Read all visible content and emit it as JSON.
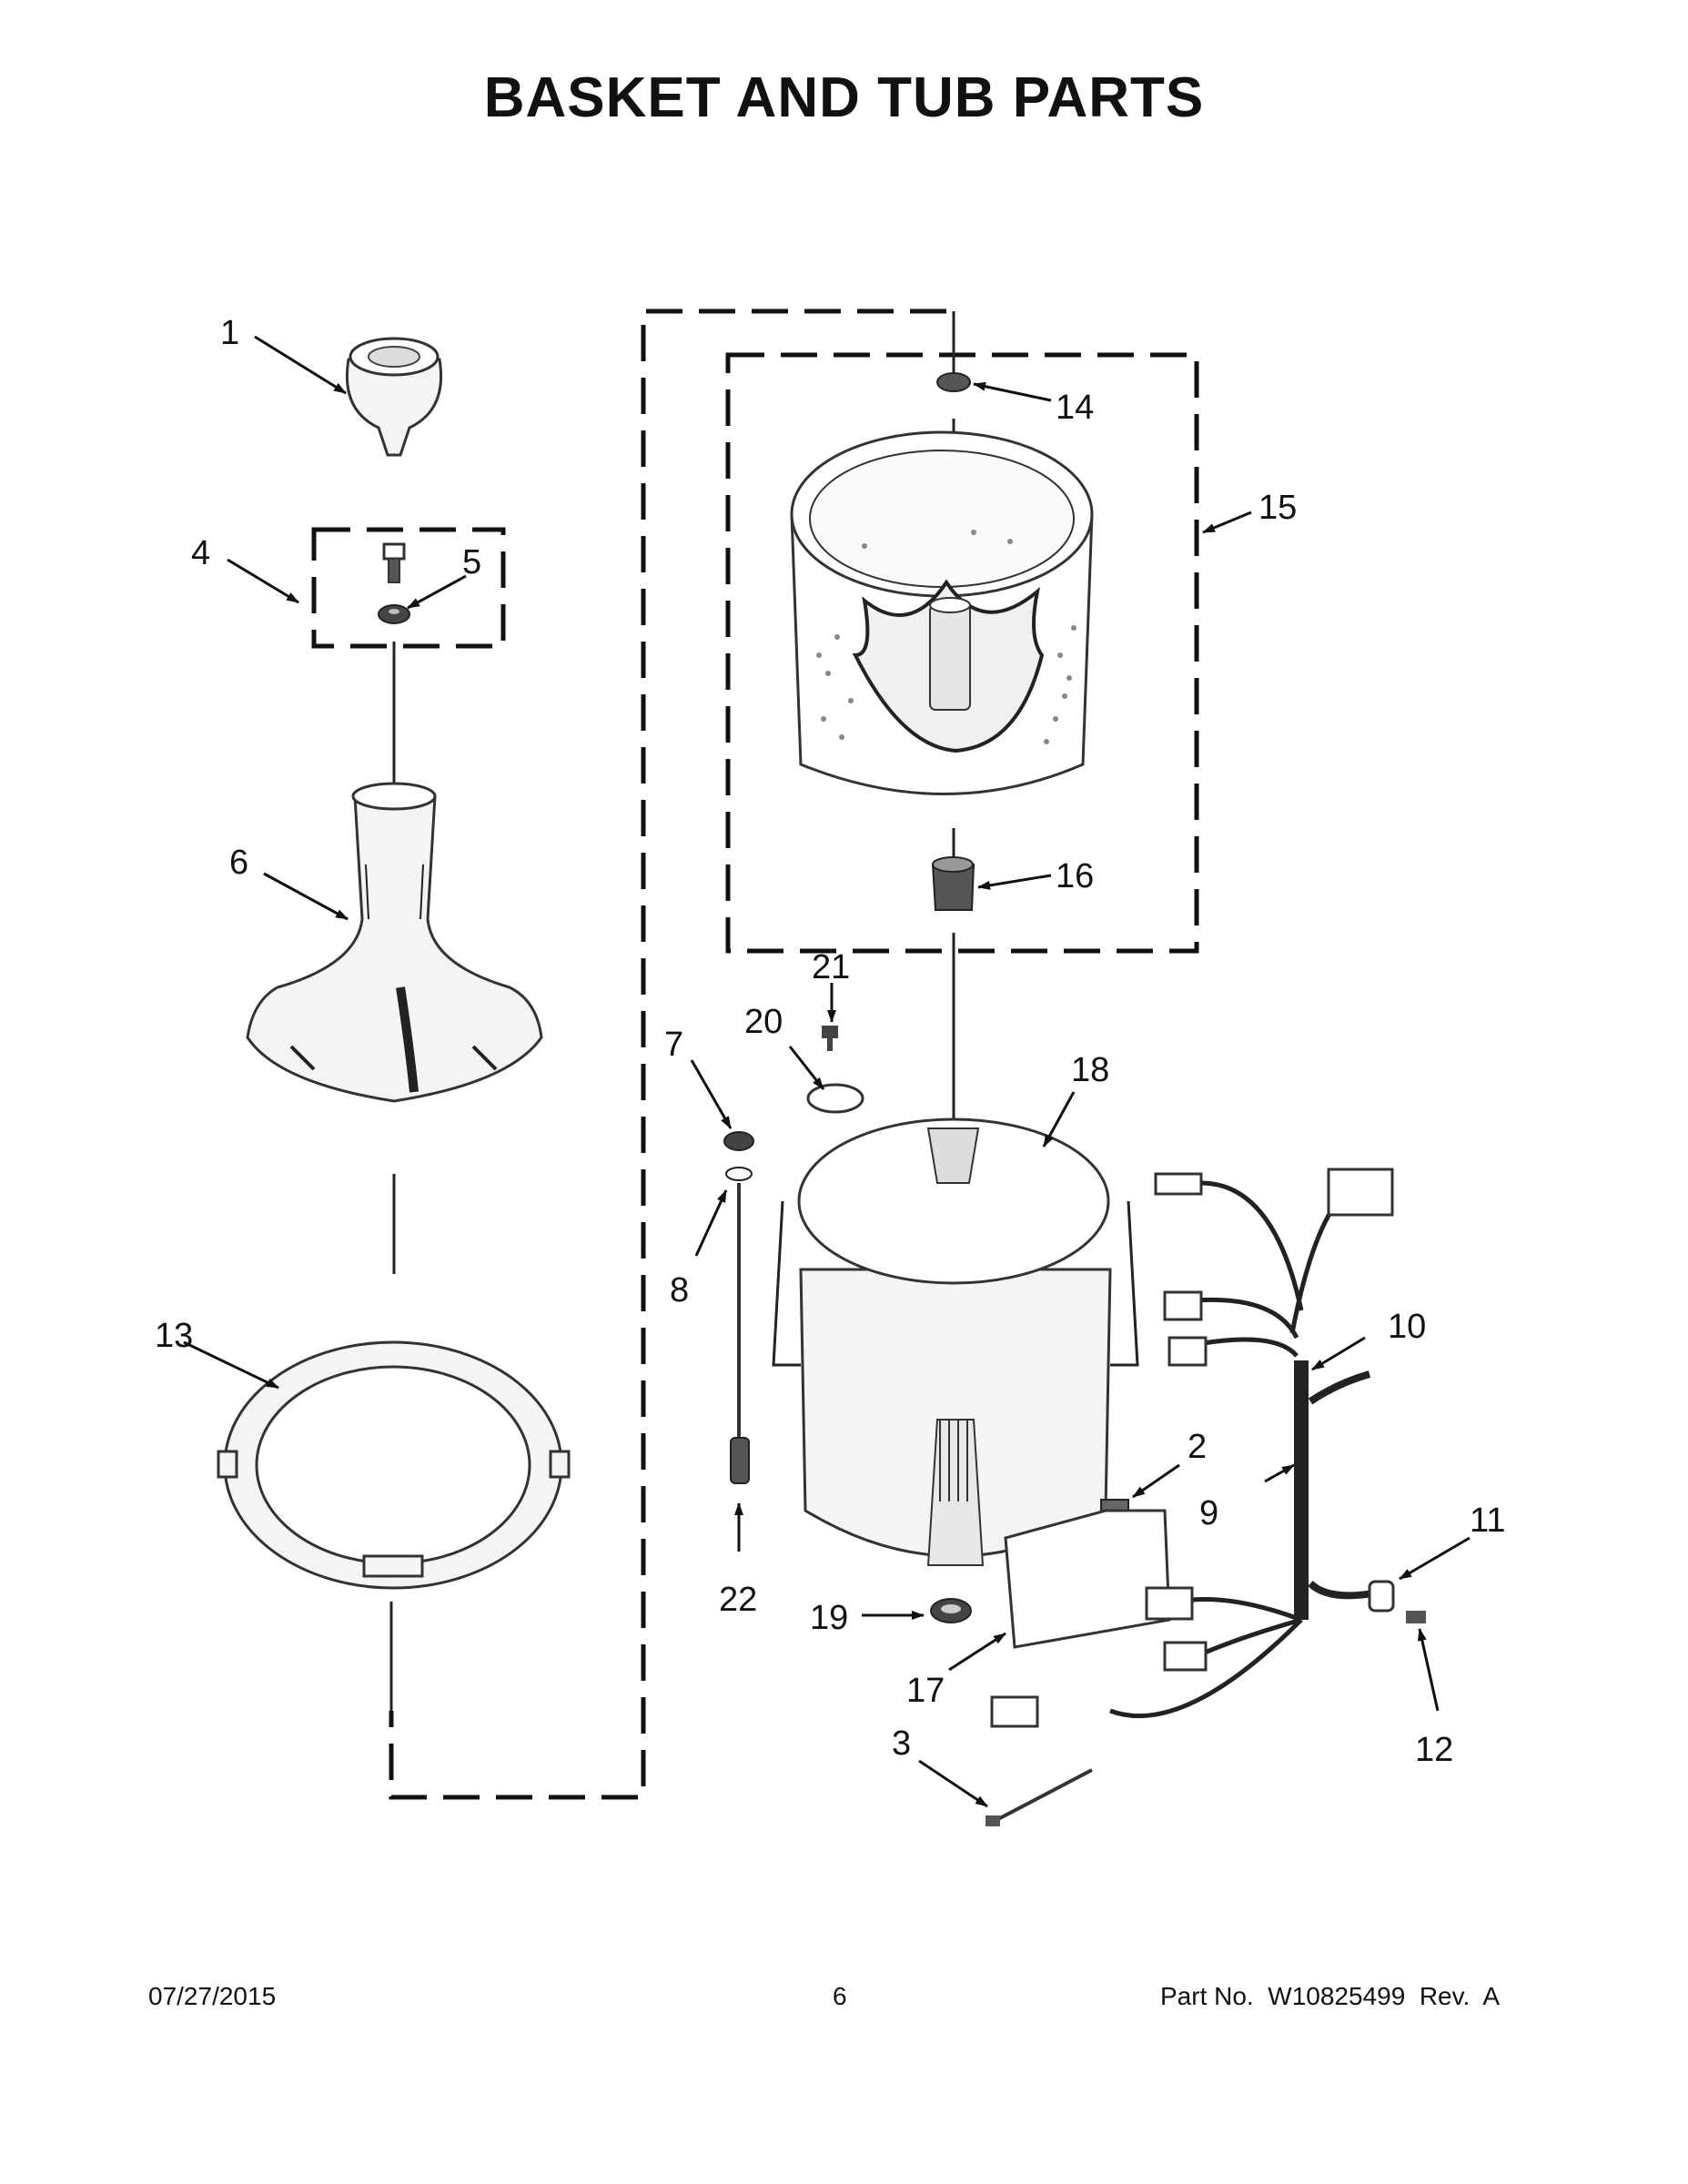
{
  "title": "BASKET AND TUB PARTS",
  "callouts": {
    "p1": "1",
    "p2": "2",
    "p3": "3",
    "p4": "4",
    "p5": "5",
    "p6": "6",
    "p7": "7",
    "p8": "8",
    "p9": "9",
    "p10": "10",
    "p11": "11",
    "p12": "12",
    "p13": "13",
    "p14": "14",
    "p15": "15",
    "p16": "16",
    "p17": "17",
    "p18": "18",
    "p19": "19",
    "p20": "20",
    "p21": "21",
    "p22": "22"
  },
  "footer": {
    "date": "07/27/2015",
    "page": "6",
    "part_no": "Part No.  W10825499  Rev.  A"
  }
}
